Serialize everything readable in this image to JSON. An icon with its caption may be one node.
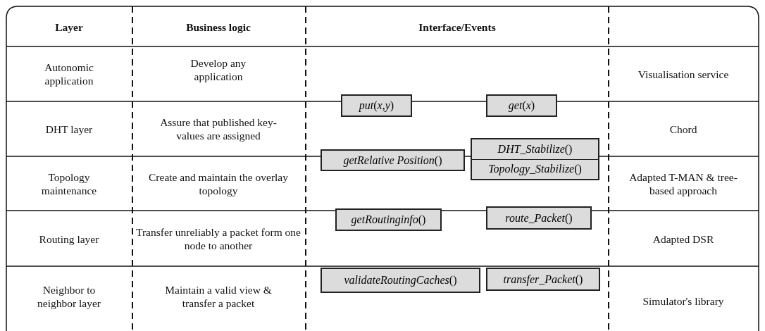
{
  "diagram": {
    "nodes": [
      {
        "text": [
          "*put*(*x*,*y*)"
        ]
      },
      {
        "text": [
          "*get*(*x*)"
        ]
      },
      {
        "text": [
          "*getRelative Position*()"
        ]
      },
      {
        "text": [
          "*DHT_Stabilize*()",
          "*Topology_Stabilize*()"
        ]
      },
      {
        "text": [
          "*getRoutinginfo*()"
        ]
      },
      {
        "text": [
          "*route_Packet*()"
        ]
      },
      {
        "text": [
          "*validateRoutingCaches*()"
        ]
      },
      {
        "text": [
          "*transfer_Packet*()"
        ]
      }
    ],
    "labels": [
      "Layer",
      "Business logic",
      "Interface/Events",
      "Autonomic application",
      "Develop any application",
      "Visualisation service",
      "DHT layer",
      "Assure that published key-values are assigned",
      "Chord",
      "Topology maintenance",
      "Create and maintain the overlay topology",
      "Adapted T-MAN & tree-based approach",
      "Routing layer",
      "Transfer unreliably a packet form one node to another",
      "Adapted DSR",
      "Neighbor to neighbor layer",
      "Maintain a valid view & transfer a packet",
      "Simulator's library"
    ]
  }
}
